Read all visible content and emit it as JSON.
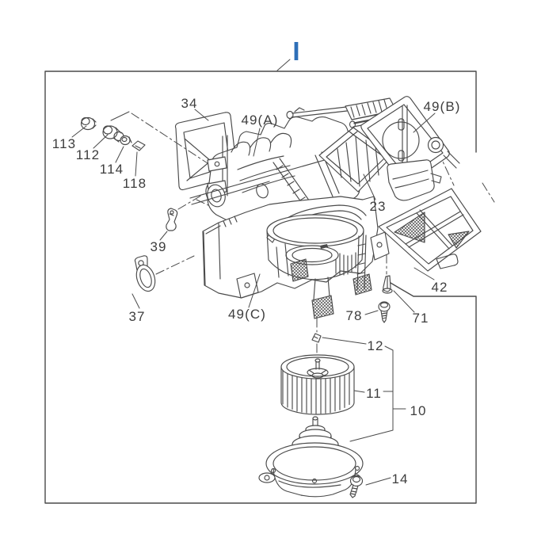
{
  "diagram": {
    "reference_label": "I",
    "reference_color": "#2e6fb8",
    "line_color": "#4a4a4a",
    "label_color": "#3d3d3d",
    "background_color": "#ffffff",
    "part_labels": [
      {
        "id": "34",
        "text": "34"
      },
      {
        "id": "49A",
        "text": "49(A)"
      },
      {
        "id": "49B",
        "text": "49(B)"
      },
      {
        "id": "113",
        "text": "113"
      },
      {
        "id": "112",
        "text": "112"
      },
      {
        "id": "114",
        "text": "114"
      },
      {
        "id": "118",
        "text": "118"
      },
      {
        "id": "23",
        "text": "23"
      },
      {
        "id": "42",
        "text": "42"
      },
      {
        "id": "39",
        "text": "39"
      },
      {
        "id": "37",
        "text": "37"
      },
      {
        "id": "49C",
        "text": "49(C)"
      },
      {
        "id": "78",
        "text": "78"
      },
      {
        "id": "71",
        "text": "71"
      },
      {
        "id": "12",
        "text": "12"
      },
      {
        "id": "11",
        "text": "11"
      },
      {
        "id": "10",
        "text": "10"
      },
      {
        "id": "14",
        "text": "14"
      }
    ]
  }
}
